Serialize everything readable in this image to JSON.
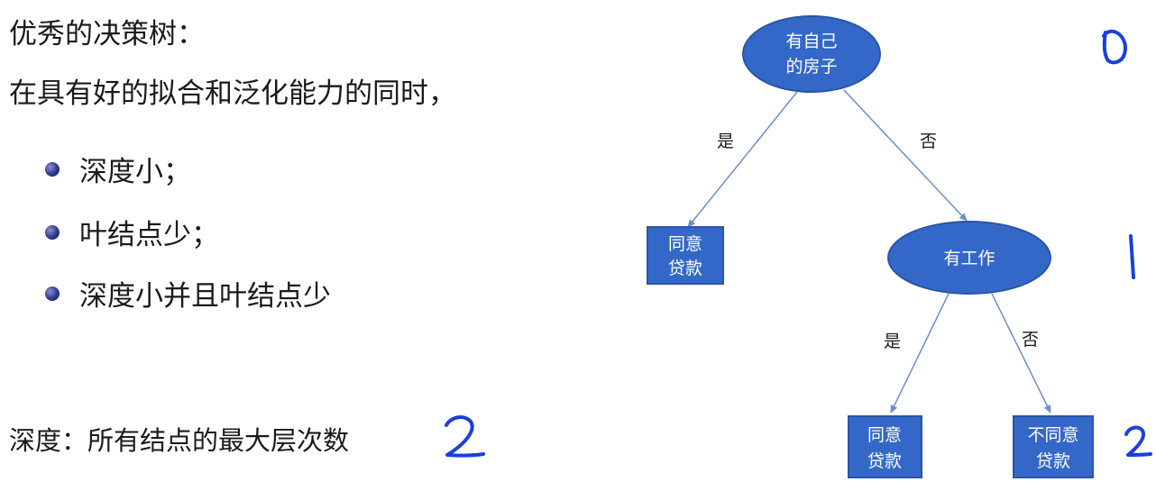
{
  "title": "优秀的决策树：",
  "subtitle": "在具有好的拟合和泛化能力的同时，",
  "bullets": [
    "深度小；",
    "叶结点少；",
    "深度小并且叶结点少"
  ],
  "depth_definition": "深度：所有结点的最大层次数",
  "tree": {
    "root": [
      "有自己",
      "的房子"
    ],
    "node_job": "有工作",
    "leaf_left": [
      "同意",
      "贷款"
    ],
    "leaf_mid": [
      "同意",
      "贷款"
    ],
    "leaf_right": [
      "不同意",
      "贷款"
    ],
    "edge_yes_1": "是",
    "edge_no_1": "否",
    "edge_yes_2": "是",
    "edge_no_2": "否"
  },
  "handwritten_levels": [
    "0",
    "1",
    "2"
  ],
  "handwritten_depth": "2",
  "colors": {
    "node_fill": "#3468c8",
    "node_stroke": "#2a55a8",
    "edge": "#6e8fc8",
    "ink": "#1a3fe0"
  }
}
